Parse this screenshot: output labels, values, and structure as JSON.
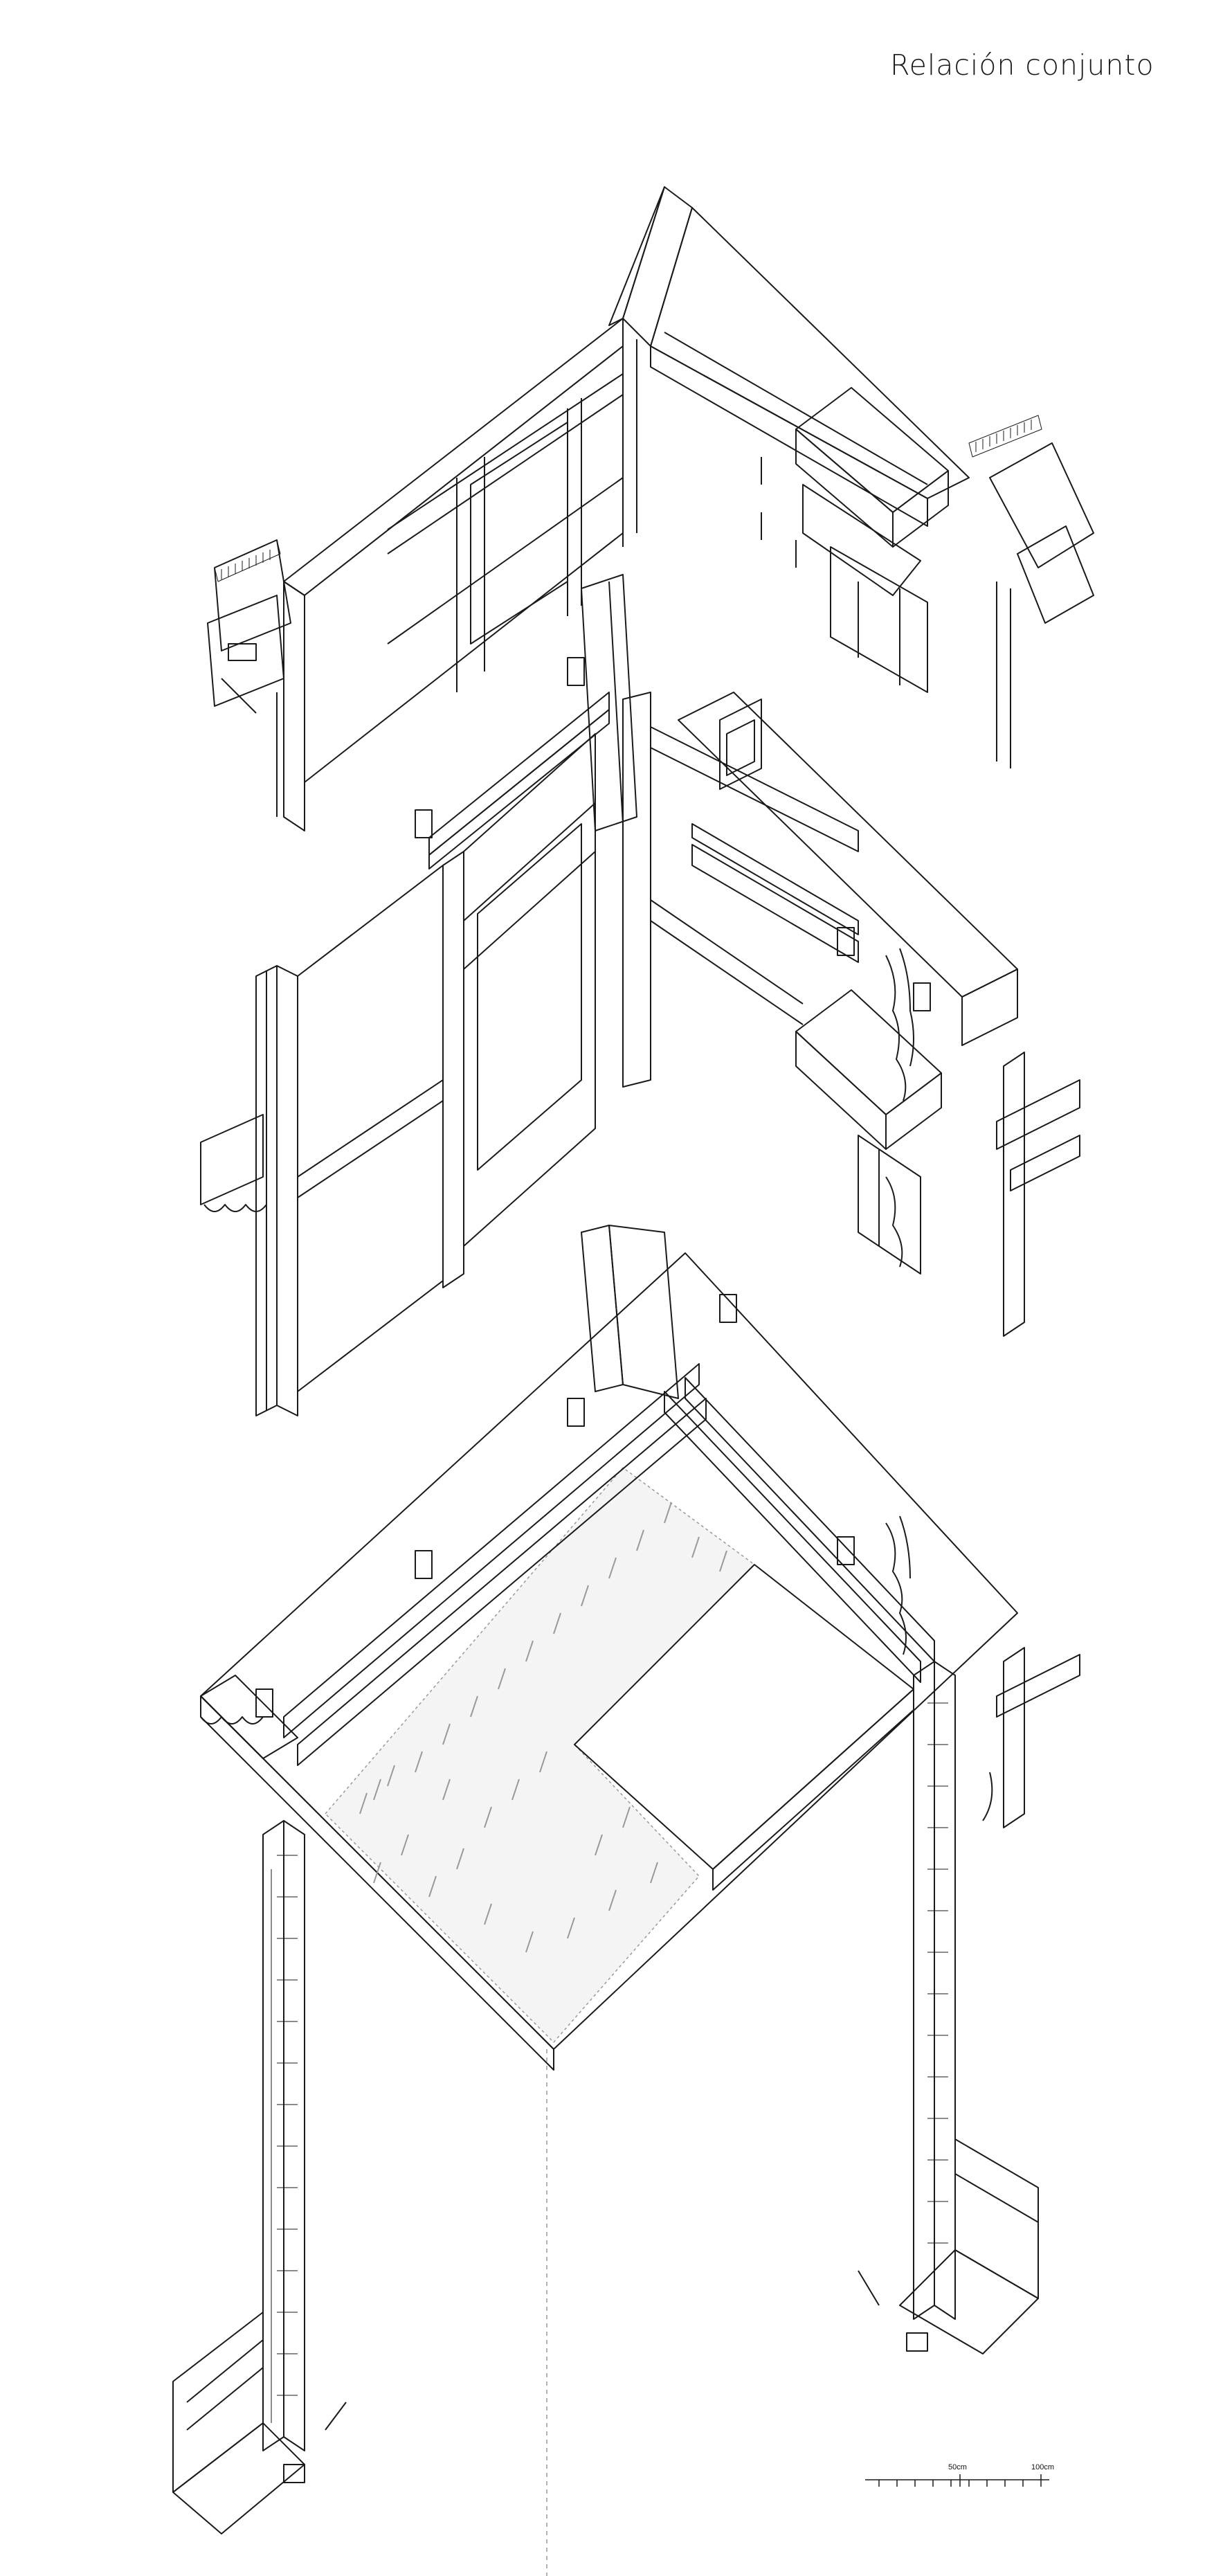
{
  "header": {
    "title": "Relación conjunto"
  },
  "scale_bar": {
    "label_mid": "50cm",
    "label_end": "100cm"
  },
  "drawing": {
    "layers": [
      "roof-assembly",
      "window-wall-assembly",
      "floor-garden-assembly"
    ],
    "line_color": "#1a1a1a",
    "vegetation_color": "#9a9a9a"
  }
}
